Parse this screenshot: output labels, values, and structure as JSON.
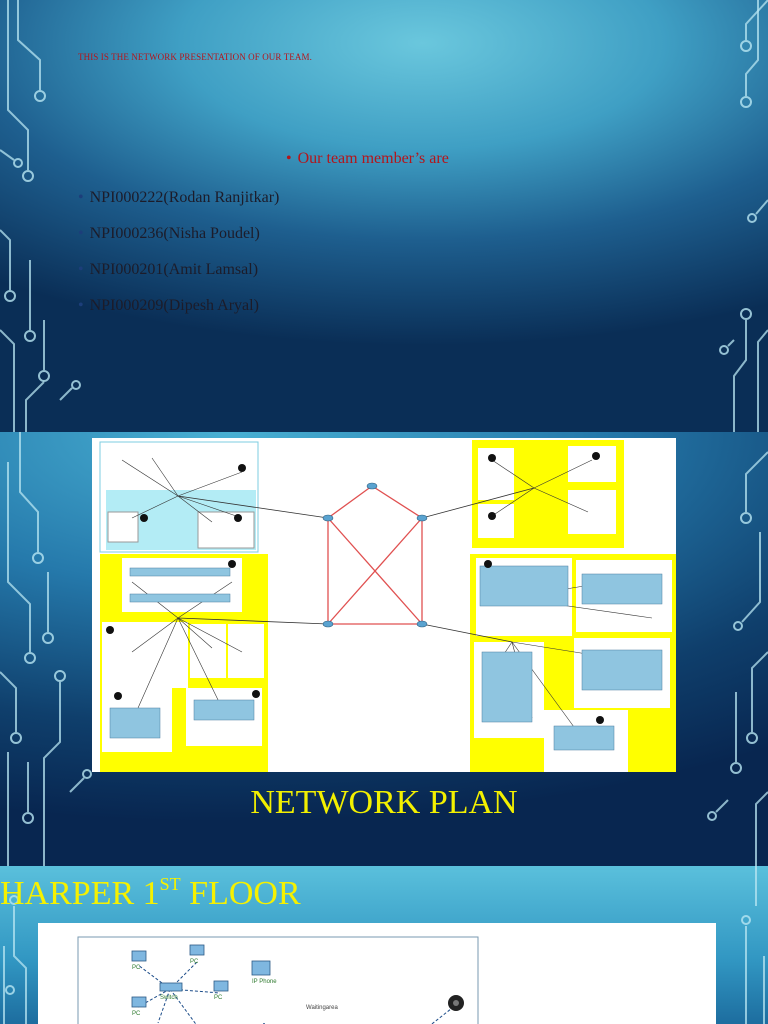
{
  "slides": [
    {
      "small_title": "This is the network presentation of our team.",
      "team_heading": "Our team member’s are",
      "members": [
        "NPI000222(Rodan Ranjitkar)",
        "NPI000236(Nisha Poudel)",
        "NPI000201(Amit Lamsal)",
        "NPI000209(Dipesh Aryal)"
      ]
    },
    {
      "title": "NETWORK PLAN"
    },
    {
      "title_prefix": "HARPER 1",
      "title_sup": "ST",
      "title_suffix": " FLOOR",
      "diagram_label": "Waitingarea"
    }
  ],
  "colors": {
    "title_yellow": "#f3f000",
    "heading_red": "#b4151b",
    "zone_yellow": "#ffff00",
    "zone_cyan": "#b3ecf5",
    "wan_red": "#e05050"
  }
}
